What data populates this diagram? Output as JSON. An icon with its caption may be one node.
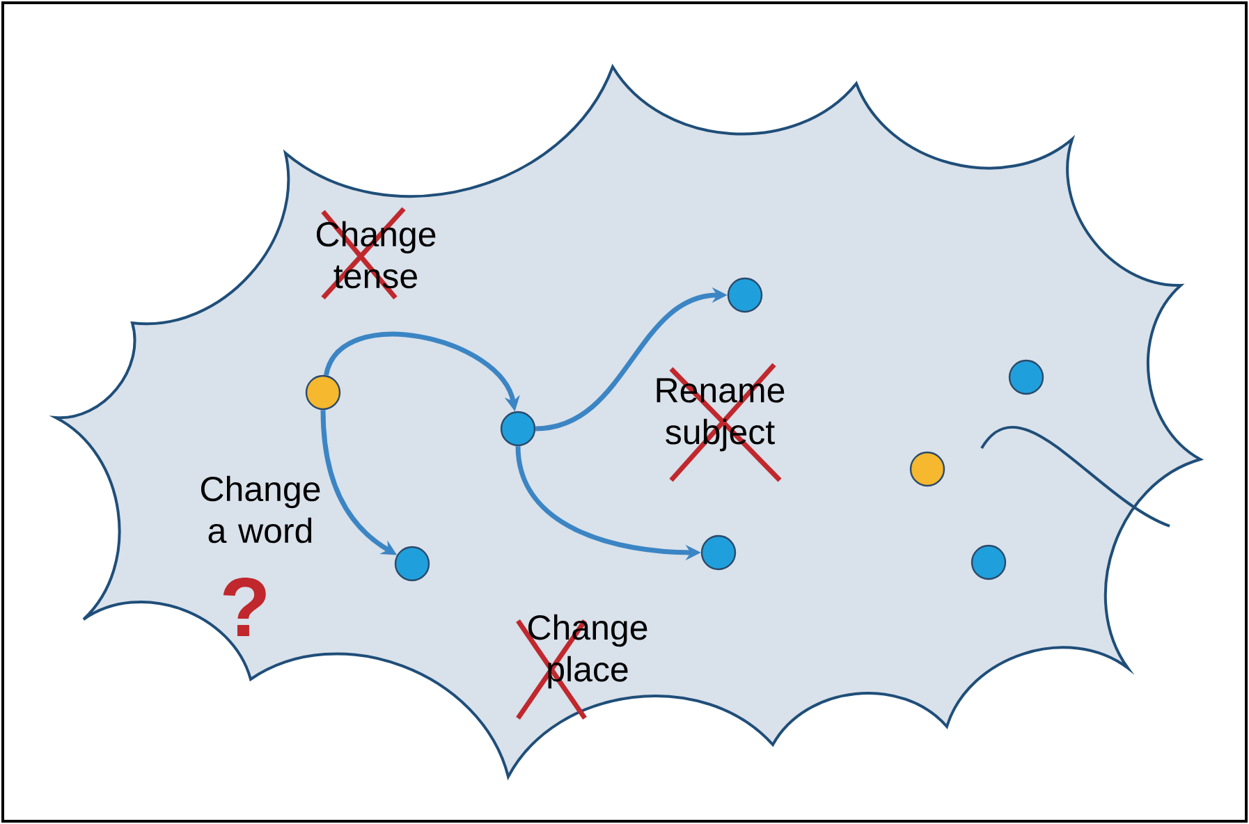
{
  "diagram": {
    "nodes": [
      {
        "text": [],
        "shape": "cloud"
      },
      {
        "text": [],
        "shape": "circle",
        "in": 0
      },
      {
        "text": [],
        "shape": "circle",
        "in": 0
      },
      {
        "text": [],
        "shape": "circle",
        "in": 0
      },
      {
        "text": [],
        "shape": "circle",
        "in": 0
      },
      {
        "text": [],
        "shape": "circle",
        "in": 0
      },
      {
        "text": [],
        "shape": "circle",
        "in": 0
      },
      {
        "text": [],
        "shape": "circle",
        "in": 0
      },
      {
        "text": [],
        "shape": "circle",
        "in": 0
      }
    ],
    "edges": [
      {
        "from": 3,
        "to": 4,
        "arrow": "to"
      },
      {
        "from": 3,
        "to": 8,
        "arrow": "to"
      },
      {
        "from": 4,
        "to": 1,
        "arrow": "to"
      },
      {
        "from": 4,
        "to": 6,
        "arrow": "to"
      }
    ],
    "labels": [
      "Change tense",
      "Rename subject",
      "Change a word",
      "?",
      "Change place"
    ]
  }
}
